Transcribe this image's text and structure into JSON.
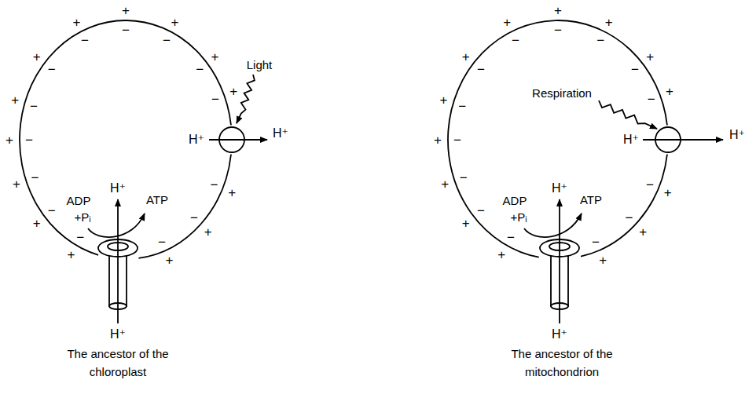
{
  "diagram": {
    "nodes": [
      {
        "text": [
          "The ancestor of the chloroplast"
        ]
      },
      {
        "text": [
          "The ancestor of the mitochondrion"
        ]
      }
    ],
    "labels": [
      "Light",
      "H⁺",
      "H⁺",
      "ADP",
      "+Pᵢ",
      "H⁺",
      "ATP",
      "H⁺",
      "+",
      "−",
      "+",
      "−",
      "+",
      "−",
      "+",
      "−",
      "+",
      "−",
      "+",
      "−",
      "+",
      "−",
      "+",
      "−",
      "+",
      "−",
      "+",
      "−",
      "+",
      "−",
      "+",
      "−",
      "+",
      "−",
      "+",
      "−",
      "Respiration",
      "H⁺",
      "H⁺",
      "ADP",
      "+Pᵢ",
      "H⁺",
      "ATP",
      "H⁺",
      "+",
      "−",
      "+",
      "−",
      "+",
      "−",
      "+",
      "−",
      "+",
      "−",
      "+",
      "−",
      "+",
      "−",
      "+",
      "−",
      "+",
      "−",
      "+",
      "−",
      "+",
      "−",
      "+",
      "−",
      "+",
      "−",
      "+",
      "−"
    ]
  }
}
